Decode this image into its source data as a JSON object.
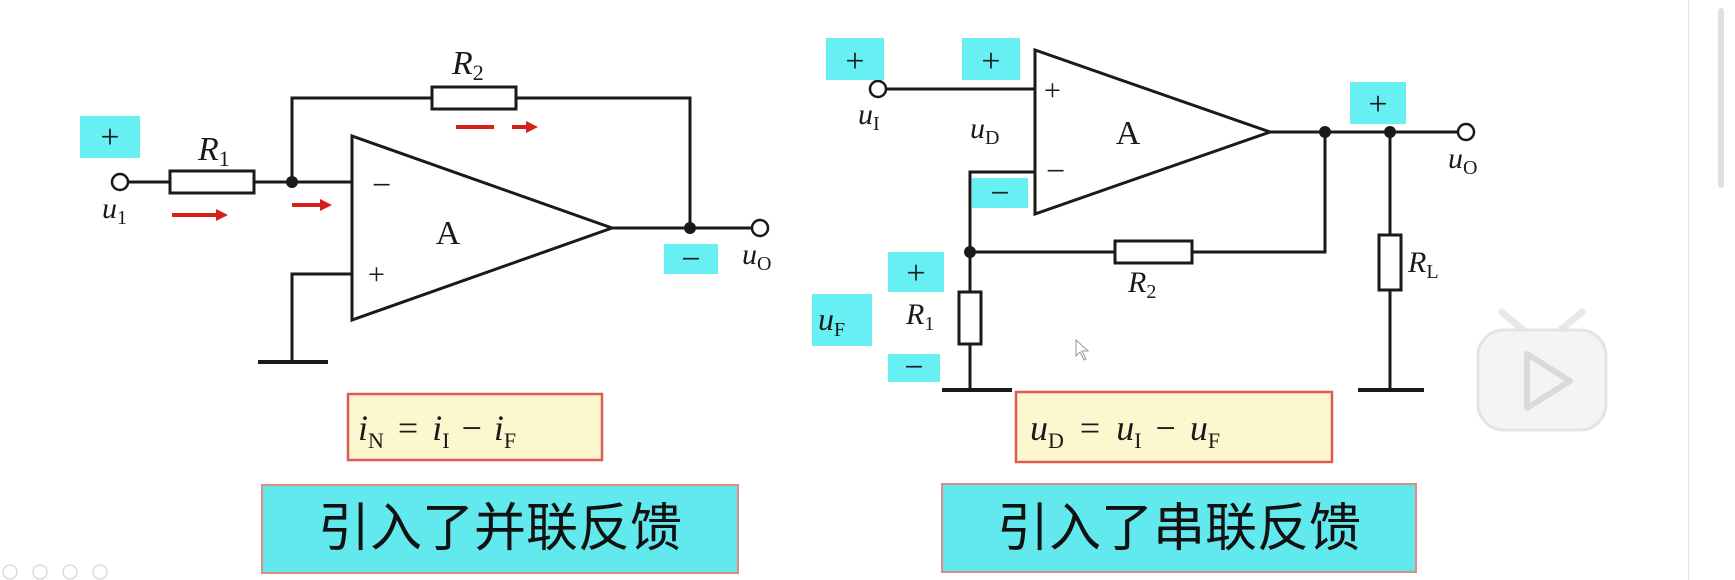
{
  "left_circuit": {
    "plus_in": "+",
    "R1": {
      "sym": "R",
      "sub": "1"
    },
    "R2": {
      "sym": "R",
      "sub": "2"
    },
    "opamp_label": "A",
    "inv_sign": "−",
    "noninv_sign": "+",
    "u1": {
      "sym": "u",
      "sub": "1"
    },
    "uo": {
      "sym": "u",
      "sub": "O"
    },
    "out_minus": "−",
    "equation": {
      "lhs": {
        "sym": "i",
        "sub": "N"
      },
      "eq": "=",
      "a": {
        "sym": "i",
        "sub": "I"
      },
      "minus": "−",
      "b": {
        "sym": "i",
        "sub": "F"
      }
    },
    "caption": "引入了并联反馈"
  },
  "right_circuit": {
    "plus_u1": "+",
    "plus_noninv": "+",
    "u1": {
      "sym": "u",
      "sub": "I"
    },
    "uD": {
      "sym": "u",
      "sub": "D"
    },
    "opamp_label": "A",
    "noninv_sign": "+",
    "inv_sign": "−",
    "minus_inv": "−",
    "plus_out": "+",
    "uo": {
      "sym": "u",
      "sub": "O"
    },
    "R2": {
      "sym": "R",
      "sub": "2"
    },
    "RL": {
      "sym": "R",
      "sub": "L"
    },
    "R1": {
      "sym": "R",
      "sub": "1"
    },
    "plus_uF": "+",
    "uF": {
      "sym": "u",
      "sub": "F"
    },
    "minus_uF": "−",
    "equation": {
      "lhs": {
        "sym": "u",
        "sub": "D"
      },
      "eq": "=",
      "a": {
        "sym": "u",
        "sub": "I"
      },
      "minus": "−",
      "b": {
        "sym": "u",
        "sub": "F"
      }
    },
    "caption": "引入了串联反馈"
  },
  "colors": {
    "highlight": "#66f0f3",
    "arrow": "#d6201a",
    "equation_fill": "#fcf7cf",
    "equation_border": "#e05a55",
    "caption_fill": "#62e9ee",
    "caption_border": "#e08a80",
    "wire": "#1a1a1a"
  },
  "player": {
    "play_icon": "play-icon"
  }
}
